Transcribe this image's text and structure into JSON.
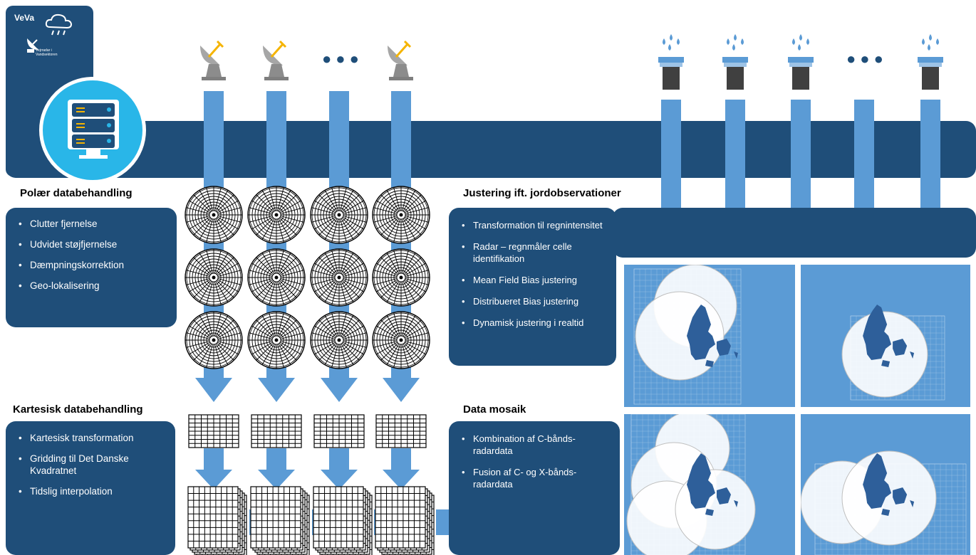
{
  "logo": {
    "title": "VeVa",
    "subtitle": "Vejrradar i Vandsektoren"
  },
  "sections": {
    "polar": {
      "heading": "Polær databehandling",
      "items": [
        "Clutter fjernelse",
        "Udvidet støjfjernelse",
        "Dæmpningskorrektion",
        "Geo-lokalisering"
      ]
    },
    "cartesian": {
      "heading": "Kartesisk databehandling",
      "items": [
        "Kartesisk transformation",
        "Gridding til Det Danske Kvadratnet",
        "Tidslig interpolation"
      ]
    },
    "adjustment": {
      "heading": "Justering ift. jordobservationer",
      "items": [
        "Transformation til regnintensitet",
        "Radar – regnmåler celle identifikation",
        "Mean Field Bias justering",
        "Distribueret Bias justering",
        "Dynamisk justering i realtid"
      ]
    },
    "mosaic": {
      "heading": "Data mosaik",
      "items": [
        "Kombination af C-bånds-radardata",
        "Fusion af C- og X-bånds-radardata"
      ]
    }
  },
  "icons": {
    "radar": "radar-dish-icon",
    "rain_gauge": "rain-gauge-icon",
    "server": "server-icon",
    "ellipsis": "ellipsis-icon"
  },
  "ellipsis_glyph": "●●●",
  "colors": {
    "navy": "#1f4e79",
    "arrow_blue": "#5b9bd5",
    "cyan": "#29b6e8",
    "map_sea": "#5b9bd5"
  }
}
